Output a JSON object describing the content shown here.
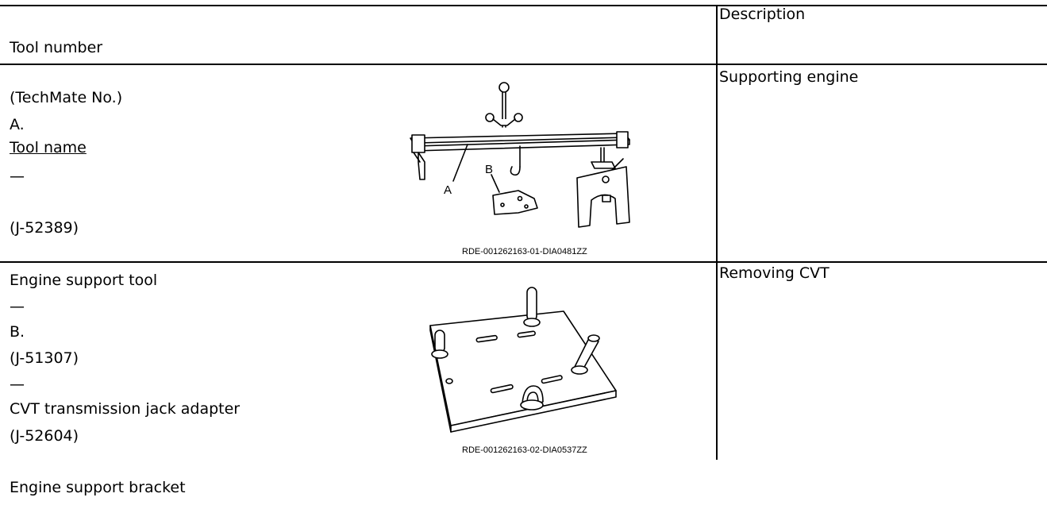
{
  "header": {
    "col1_line1": "Tool number",
    "col1_line2": "(TechMate No.)",
    "col1_line3": "Tool name",
    "col2": "Description"
  },
  "rows": [
    {
      "lines": [
        "A.",
        "—",
        "(J-52389)",
        "Engine support tool",
        "B.",
        "—",
        "(J-52604)",
        "Engine support bracket"
      ],
      "figure_caption": "RDE-001262163-01-DIA0481ZZ",
      "figure_labels": {
        "a": "A",
        "b": "B"
      },
      "description": "Supporting engine"
    },
    {
      "lines": [
        "—",
        "(J-51307)",
        "CVT transmission jack adapter"
      ],
      "figure_caption": "RDE-001262163-02-DIA0537ZZ",
      "description": "Removing CVT"
    }
  ]
}
